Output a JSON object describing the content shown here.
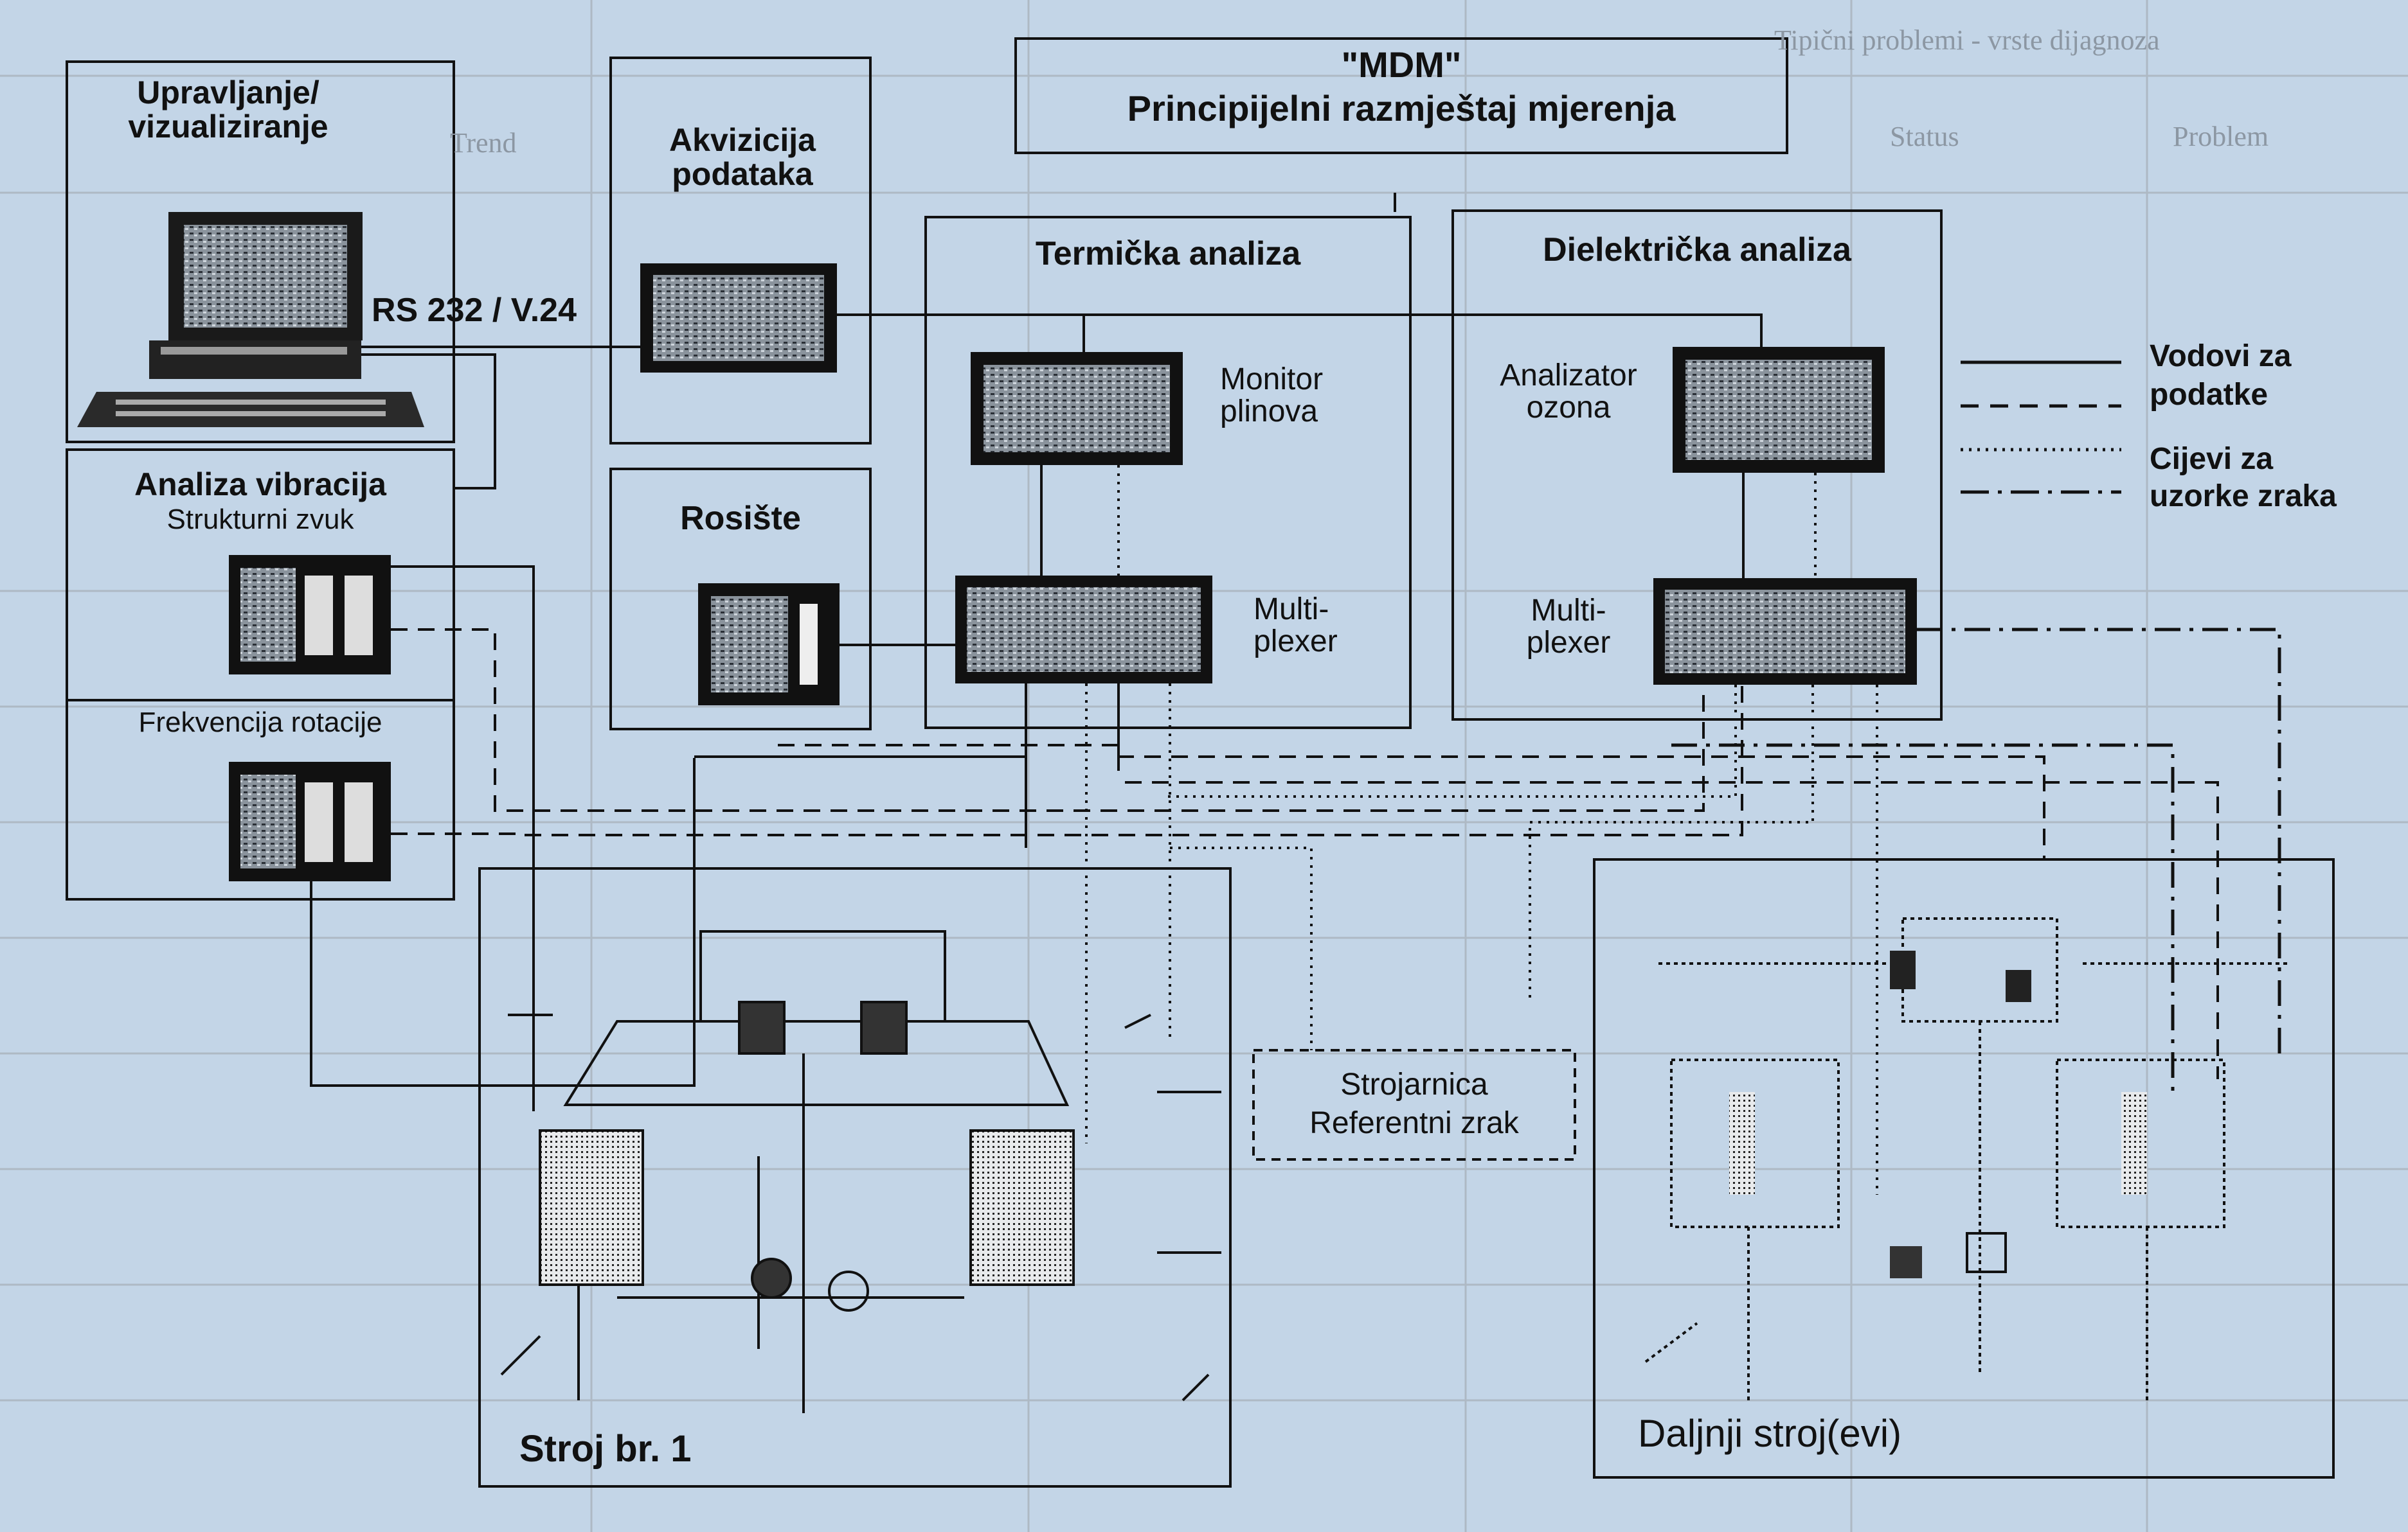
{
  "background_table": {
    "header_fragment": "Tipični problemi - vrste dijagnoza",
    "col_problem": "Problem",
    "col_status": "Status",
    "col_trend": "Trend"
  },
  "diagram": {
    "title_line1": "\"MDM\"",
    "title_line2": "Principijelni razmještaj mjerenja",
    "control": "Upravljanje/\nvizualiziranje",
    "rs232": "RS 232 / V.24",
    "acquisition": "Akvizicija\npodataka",
    "thermal": "Termička analiza",
    "gas_monitor": "Monitor\nplinova",
    "multiplexer_1": "Multi-\nplexer",
    "dielectric": "Dielektrička analiza",
    "ozone_analyzer": "Analizator\nozona",
    "multiplexer_2": "Multi-\nplexer",
    "dewpoint": "Rosište",
    "vibration": "Analiza vibracija",
    "structure_sound": "Strukturni zvuk",
    "rotation_freq": "Frekvencija rotacije",
    "machine_room_1": "Strojarnica",
    "machine_room_2": "Referentni zrak",
    "machine_1": "Stroj br. 1",
    "more_machines": "Daljnji stroj(evi)"
  },
  "legend": {
    "data_lines_1": "Vodovi za",
    "data_lines_2": "podatke",
    "air_pipes_1": "Cijevi za",
    "air_pipes_2": "uzorke zraka",
    "styles": [
      "solid",
      "dashed",
      "dotted",
      "dash-dot"
    ]
  },
  "colors": {
    "background": "#c3d5e7",
    "line": "#111111",
    "device_panel": "#5a6470"
  }
}
